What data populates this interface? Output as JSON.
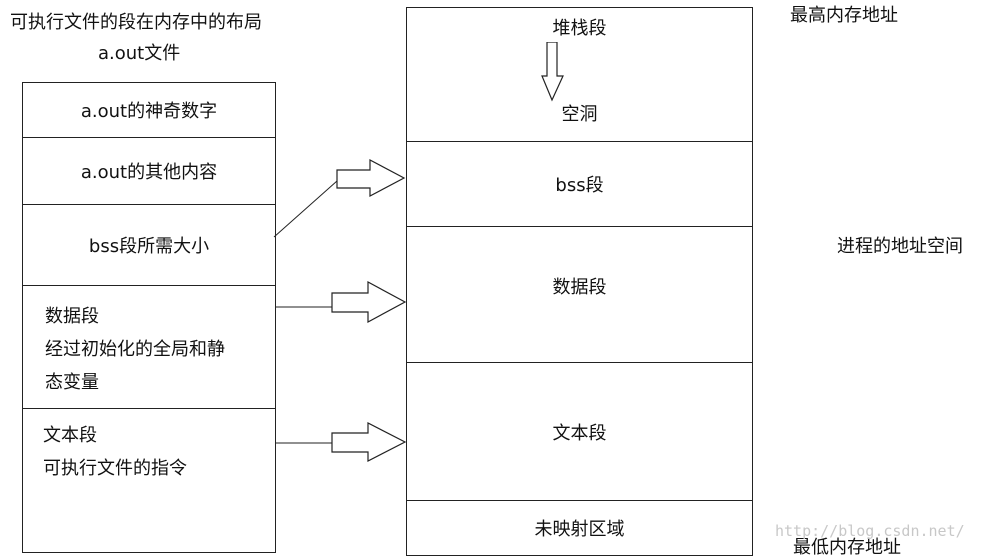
{
  "left": {
    "title": "可执行文件的段在内存中的布局",
    "subtitle": "a.out文件",
    "cells": [
      {
        "id": "magic",
        "lines": [
          "a.out的神奇数字"
        ]
      },
      {
        "id": "other",
        "lines": [
          "a.out的其他内容"
        ]
      },
      {
        "id": "bss-size",
        "lines": [
          "bss段所需大小"
        ]
      },
      {
        "id": "data",
        "lines": [
          "数据段",
          "经过初始化的全局和静",
          "态变量"
        ]
      },
      {
        "id": "text",
        "lines": [
          "文本段",
          "可执行文件的指令"
        ]
      }
    ]
  },
  "right": {
    "stack_label": "堆栈段",
    "hole_label": "空洞",
    "bss_label": "bss段",
    "data_label": "数据段",
    "text_label": "文本段",
    "unmapped_label": "未映射区域"
  },
  "annotations": {
    "highest": "最高内存地址",
    "process_space": "进程的地址空间",
    "lowest": "最低内存地址"
  },
  "watermark": "http://blog.csdn.net/"
}
